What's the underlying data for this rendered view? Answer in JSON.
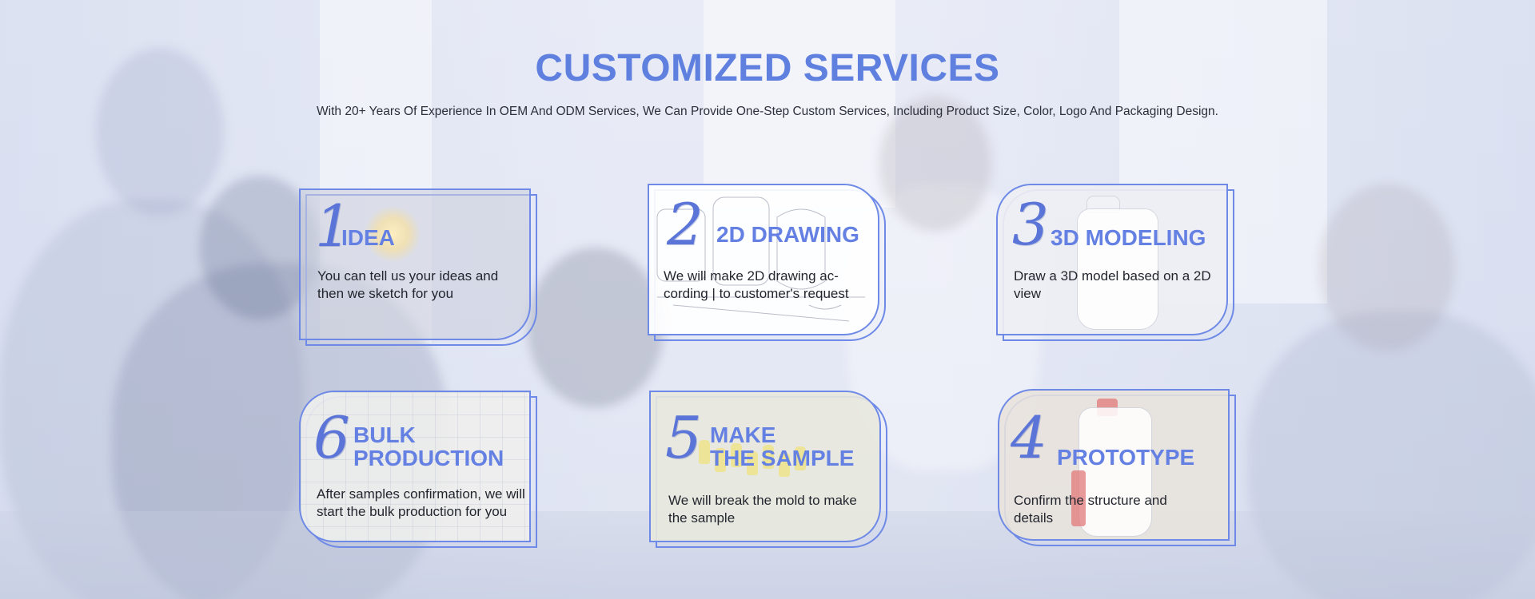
{
  "section": {
    "title": "CUSTOMIZED SERVICES",
    "subtitle": "With 20+ Years Of Experience In OEM And ODM Services, We Can Provide One-Step Custom Services, Including Product Size, Color, Logo And Packaging Design."
  },
  "steps": [
    {
      "number": "1",
      "title": "IDEA",
      "description": "You can tell us your ideas and then we sketch for you"
    },
    {
      "number": "2",
      "title": "2D DRAWING",
      "description": "We will make 2D drawing ac-cording | to customer's request"
    },
    {
      "number": "3",
      "title": "3D MODELING",
      "description": "Draw a 3D model based on a 2D view"
    },
    {
      "number": "6",
      "title_line1": "BULK",
      "title_line2": "PRODUCTION",
      "description": "After samples confirmation, we will start the bulk production for you"
    },
    {
      "number": "5",
      "title_line1": "MAKE",
      "title_line2": "THE SAMPLE",
      "description": "We will break the mold to make the sample"
    },
    {
      "number": "4",
      "title": "PROTOTYPE",
      "description": "Confirm the structure and details"
    }
  ],
  "colors": {
    "accent": "#6080e0",
    "card_border": "#6e8ae6",
    "text": "#23262e"
  }
}
